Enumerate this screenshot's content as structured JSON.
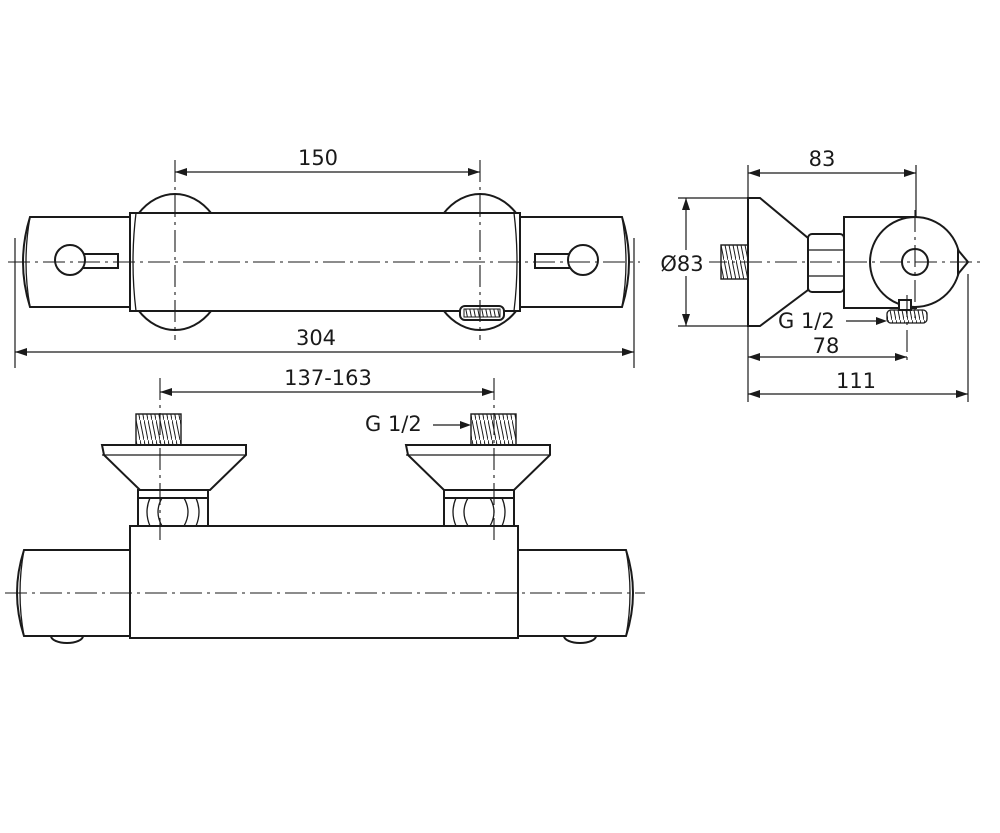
{
  "dimensions": {
    "top_spacing": "150",
    "overall_length": "304",
    "front_spacing": "137-163",
    "thread_front": "G 1/2",
    "side_depth": "83",
    "side_diameter": "Ø83",
    "thread_side": "G 1/2",
    "side_78": "78",
    "side_111": "111"
  },
  "colors": {
    "line": "#1a1a1a",
    "background": "#ffffff"
  }
}
